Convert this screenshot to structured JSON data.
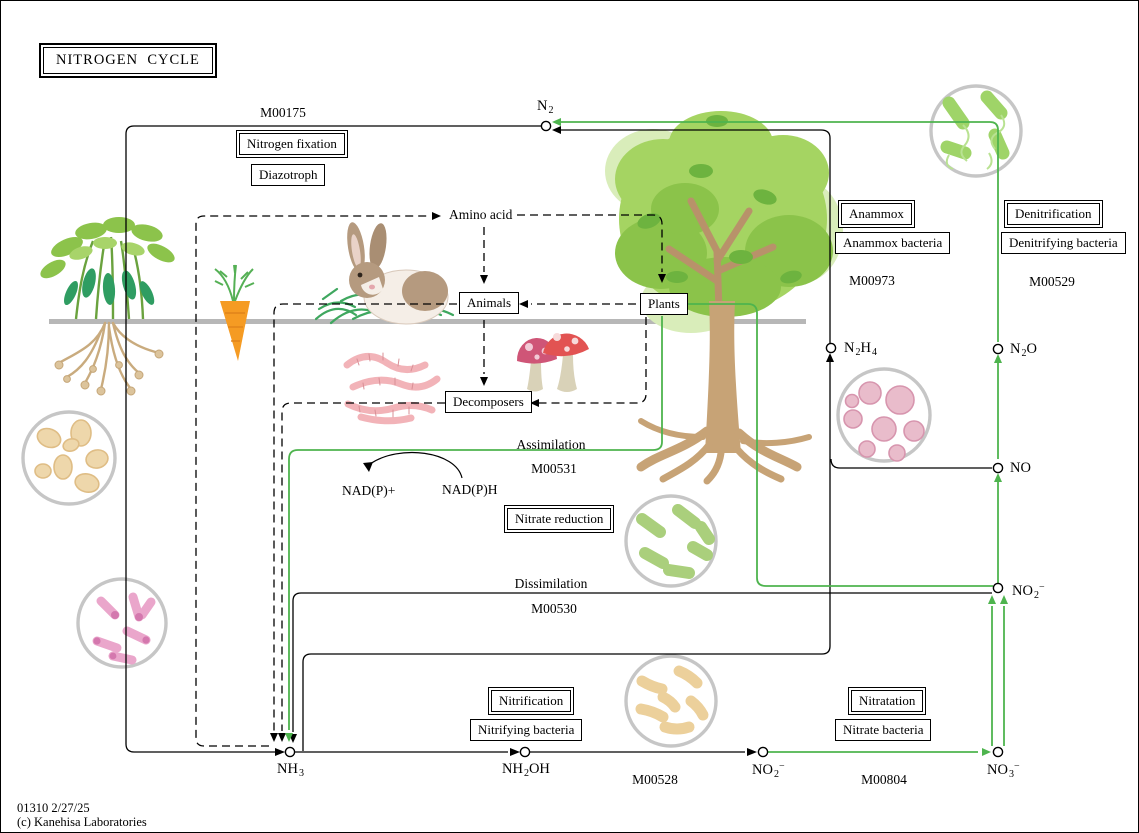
{
  "title": "NITROGEN  CYCLE",
  "footer": {
    "line1": "01310 2/27/25",
    "line2": "(c) Kanehisa Laboratories"
  },
  "modules": {
    "fixation": {
      "id": "M00175",
      "pathway": "Nitrogen fixation",
      "organism": "Diazotroph"
    },
    "anammox": {
      "id": "M00973",
      "pathway": "Anammox",
      "organism": "Anammox bacteria"
    },
    "denitrification": {
      "id": "M00529",
      "pathway": "Denitrification",
      "organism": "Denitrifying bacteria"
    },
    "assimilation": {
      "id": "M00531",
      "label": "Assimilation",
      "pathway": "Nitrate reduction"
    },
    "dissimilation": {
      "id": "M00530",
      "label": "Dissimilation"
    },
    "nitrification": {
      "id": "M00528",
      "pathway": "Nitrification",
      "organism": "Nitrifying bacteria"
    },
    "nitratation": {
      "id": "M00804",
      "pathway": "Nitratation",
      "organism": "Nitrate bacteria"
    }
  },
  "organics": {
    "amino_acid": "Amino acid",
    "animals": "Animals",
    "plants": "Plants",
    "decomposers": "Decomposers"
  },
  "cofactors": {
    "nadp_plus": "NAD(P)+",
    "nadph": "NAD(P)H"
  },
  "compounds": {
    "n2": [
      [
        "N",
        "t"
      ],
      [
        "2",
        "sub"
      ]
    ],
    "nh3": [
      [
        "NH",
        "t"
      ],
      [
        "3",
        "sub"
      ]
    ],
    "nh2oh": [
      [
        "NH",
        "t"
      ],
      [
        "2",
        "sub"
      ],
      [
        "OH",
        "t"
      ]
    ],
    "no2": [
      [
        "NO",
        "t"
      ],
      [
        "2",
        "sub"
      ],
      [
        "−",
        "sup"
      ]
    ],
    "no3": [
      [
        "NO",
        "t"
      ],
      [
        "3",
        "sub"
      ],
      [
        "−",
        "sup"
      ]
    ],
    "n2h4": [
      [
        "N",
        "t"
      ],
      [
        "2",
        "sub"
      ],
      [
        "H",
        "t"
      ],
      [
        "4",
        "sub"
      ]
    ],
    "n2o": [
      [
        "N",
        "t"
      ],
      [
        "2",
        "sub"
      ],
      [
        "O",
        "t"
      ]
    ],
    "no": [
      [
        "NO",
        "t"
      ]
    ]
  },
  "colors": {
    "pathway_green": "#4eb44e",
    "ground_gray": "#b7b7b7",
    "line_black": "#000000"
  }
}
